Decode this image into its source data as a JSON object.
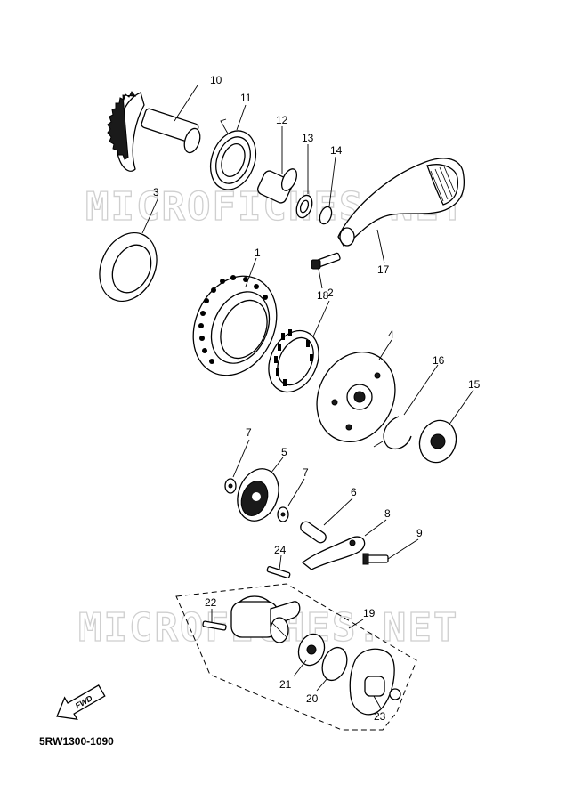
{
  "watermark_text": "MICROFICHES.NET",
  "fwd_label": "FWD",
  "diagram_code": "5RW1300-1090",
  "callouts": {
    "c1": "1",
    "c2": "2",
    "c3": "3",
    "c4": "4",
    "c5": "5",
    "c6": "6",
    "c7a": "7",
    "c7b": "7",
    "c8": "8",
    "c9": "9",
    "c10": "10",
    "c11": "11",
    "c12": "12",
    "c13": "13",
    "c14": "14",
    "c15": "15",
    "c16": "16",
    "c17": "17",
    "c18": "18",
    "c19": "19",
    "c20": "20",
    "c21": "21",
    "c22": "22",
    "c23": "23",
    "c24": "24"
  }
}
